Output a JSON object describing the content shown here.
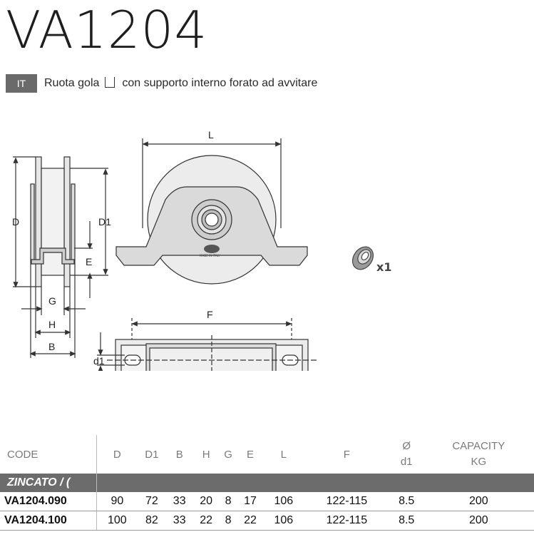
{
  "title": "VA1204",
  "lang_tag": "IT",
  "description_part1": "Ruota gola",
  "description_part2": "con supporto interno forato ad avvitare",
  "dimension_labels": {
    "L": "L",
    "D": "D",
    "D1": "D1",
    "E": "E",
    "G": "G",
    "H": "H",
    "B": "B",
    "F": "F",
    "d1": "d1"
  },
  "wheel_marking": "MADE IN ITALY",
  "bearing_quantity": "x1",
  "table": {
    "headers": [
      "CODE",
      "D",
      "D1",
      "B",
      "H",
      "G",
      "E",
      "L",
      "F",
      "Ø\nd1",
      "CAPACITY\nKG"
    ],
    "group_label": "ZINCATO / (",
    "rows": [
      [
        "VA1204.090",
        "90",
        "72",
        "33",
        "20",
        "8",
        "17",
        "106",
        "122-115",
        "8.5",
        "200"
      ],
      [
        "VA1204.100",
        "100",
        "82",
        "33",
        "22",
        "8",
        "22",
        "106",
        "122-115",
        "8.5",
        "200"
      ]
    ]
  }
}
